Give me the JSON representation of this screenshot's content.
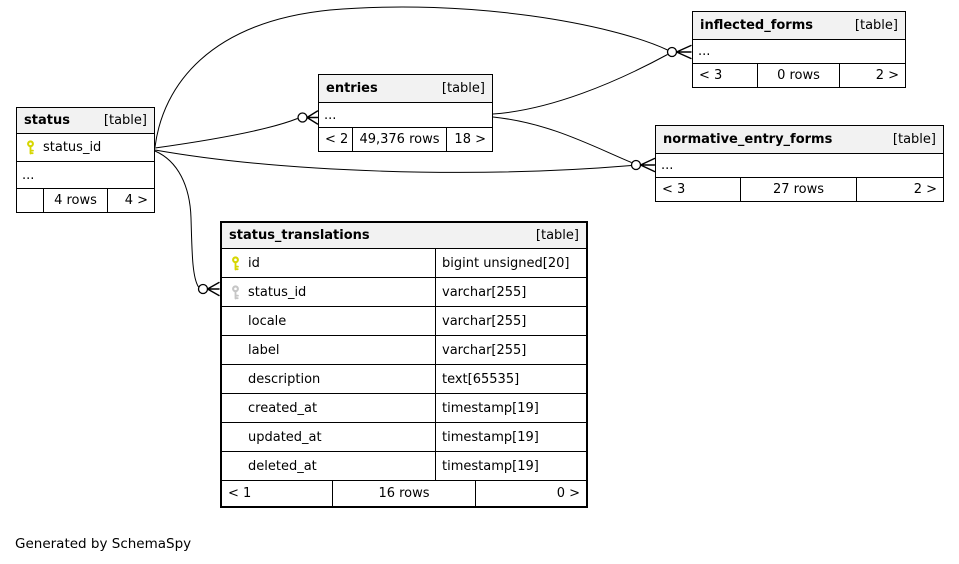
{
  "colors": {
    "line": "#000000",
    "table_header_bg": "#f2f2f2",
    "primary_key": "#d6d600",
    "foreign_key": "#c6c6c6"
  },
  "footer_note": "Generated by SchemaSpy",
  "tables": {
    "status": {
      "name": "status",
      "tag": "[table]",
      "columns": [
        {
          "name": "status_id",
          "key": "primary"
        }
      ],
      "collapsed": "...",
      "footer": {
        "left": "",
        "center": "4 rows",
        "right": "4 >"
      }
    },
    "entries": {
      "name": "entries",
      "tag": "[table]",
      "collapsed": "...",
      "footer": {
        "left": "< 2",
        "center": "49,376 rows",
        "right": "18 >"
      }
    },
    "inflected_forms": {
      "name": "inflected_forms",
      "tag": "[table]",
      "collapsed": "...",
      "footer": {
        "left": "< 3",
        "center": "0 rows",
        "right": "2 >"
      }
    },
    "normative_entry_forms": {
      "name": "normative_entry_forms",
      "tag": "[table]",
      "collapsed": "...",
      "footer": {
        "left": "< 3",
        "center": "27 rows",
        "right": "2 >"
      }
    },
    "status_translations": {
      "name": "status_translations",
      "tag": "[table]",
      "columns": [
        {
          "name": "id",
          "type": "bigint unsigned[20]",
          "key": "primary"
        },
        {
          "name": "status_id",
          "type": "varchar[255]",
          "key": "foreign"
        },
        {
          "name": "locale",
          "type": "varchar[255]",
          "key": ""
        },
        {
          "name": "label",
          "type": "varchar[255]",
          "key": ""
        },
        {
          "name": "description",
          "type": "text[65535]",
          "key": ""
        },
        {
          "name": "created_at",
          "type": "timestamp[19]",
          "key": ""
        },
        {
          "name": "updated_at",
          "type": "timestamp[19]",
          "key": ""
        },
        {
          "name": "deleted_at",
          "type": "timestamp[19]",
          "key": ""
        }
      ],
      "footer": {
        "left": "< 1",
        "center": "16 rows",
        "right": "0 >"
      }
    }
  },
  "relationships": [
    {
      "parent": "status.status_id",
      "child": "entries"
    },
    {
      "parent": "status.status_id",
      "child": "inflected_forms"
    },
    {
      "parent": "status.status_id",
      "child": "normative_entry_forms"
    },
    {
      "parent": "status.status_id",
      "child": "status_translations.status_id"
    },
    {
      "parent": "entries",
      "child": "inflected_forms"
    },
    {
      "parent": "entries",
      "child": "normative_entry_forms"
    }
  ]
}
